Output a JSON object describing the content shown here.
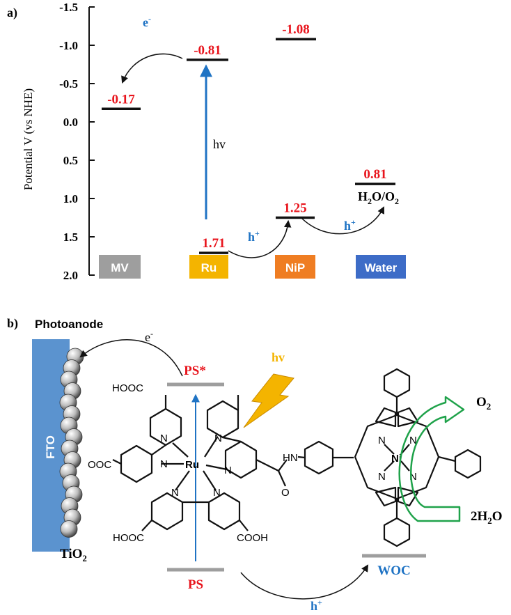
{
  "panel_a": {
    "label": "a)",
    "y_axis_label": "Potential V (vs NHE)",
    "ticks": [
      -1.5,
      -1.0,
      -0.5,
      0.0,
      0.5,
      1.0,
      1.5,
      2.0
    ],
    "tick_labels": [
      "-1.5",
      "-1.0",
      "-0.5",
      "0.0",
      "0.5",
      "1.0",
      "1.5",
      "2.0"
    ],
    "levels": [
      {
        "label": "-0.17",
        "value": -0.17
      },
      {
        "label": "-0.81",
        "value": -0.81
      },
      {
        "label": "1.71",
        "value": 1.71
      },
      {
        "label": "-1.08",
        "value": -1.08
      },
      {
        "label": "1.25",
        "value": 1.25
      },
      {
        "label": "0.81",
        "value": 0.81
      }
    ],
    "couple_label_base": "H",
    "couple_label_sub1": "2",
    "couple_label_mid": "O/O",
    "couple_label_sub2": "2",
    "electron": "e",
    "electron_sup": "-",
    "hole": "h",
    "hole_sup": "+",
    "hv": "hv",
    "categories": [
      {
        "label": "MV",
        "color": "#9e9e9e"
      },
      {
        "label": "Ru",
        "color": "#f4b400"
      },
      {
        "label": "NiP",
        "color": "#ef7d22"
      },
      {
        "label": "Water",
        "color": "#3d6cc7"
      }
    ],
    "value_color": "#e8141c",
    "accent_blue": "#1f73c4"
  },
  "panel_b": {
    "label": "b)",
    "photoanode": "Photoanode",
    "fto": "FTO",
    "tio2_base": "TiO",
    "tio2_sub": "2",
    "electron": "e",
    "electron_sup": "-",
    "ps_star": "PS*",
    "ps": "PS",
    "hv": "hv",
    "woc": "WOC",
    "hole": "h",
    "hole_sup": "+",
    "o2_base": "O",
    "o2_sub": "2",
    "water": "2H",
    "water_sub": "2",
    "water_tail": "O",
    "groups": {
      "hooc_top": "HOOC",
      "ooc": "OOC",
      "hooc_bottom": "HOOC",
      "cooh": "COOH",
      "ru": "Ru",
      "ni": "Ni",
      "n": "N",
      "hn": "HN",
      "o": "O"
    },
    "colors": {
      "fto": "#5b93cf",
      "hv": "#f4b400",
      "arrow_green": "#1fa24a"
    }
  }
}
